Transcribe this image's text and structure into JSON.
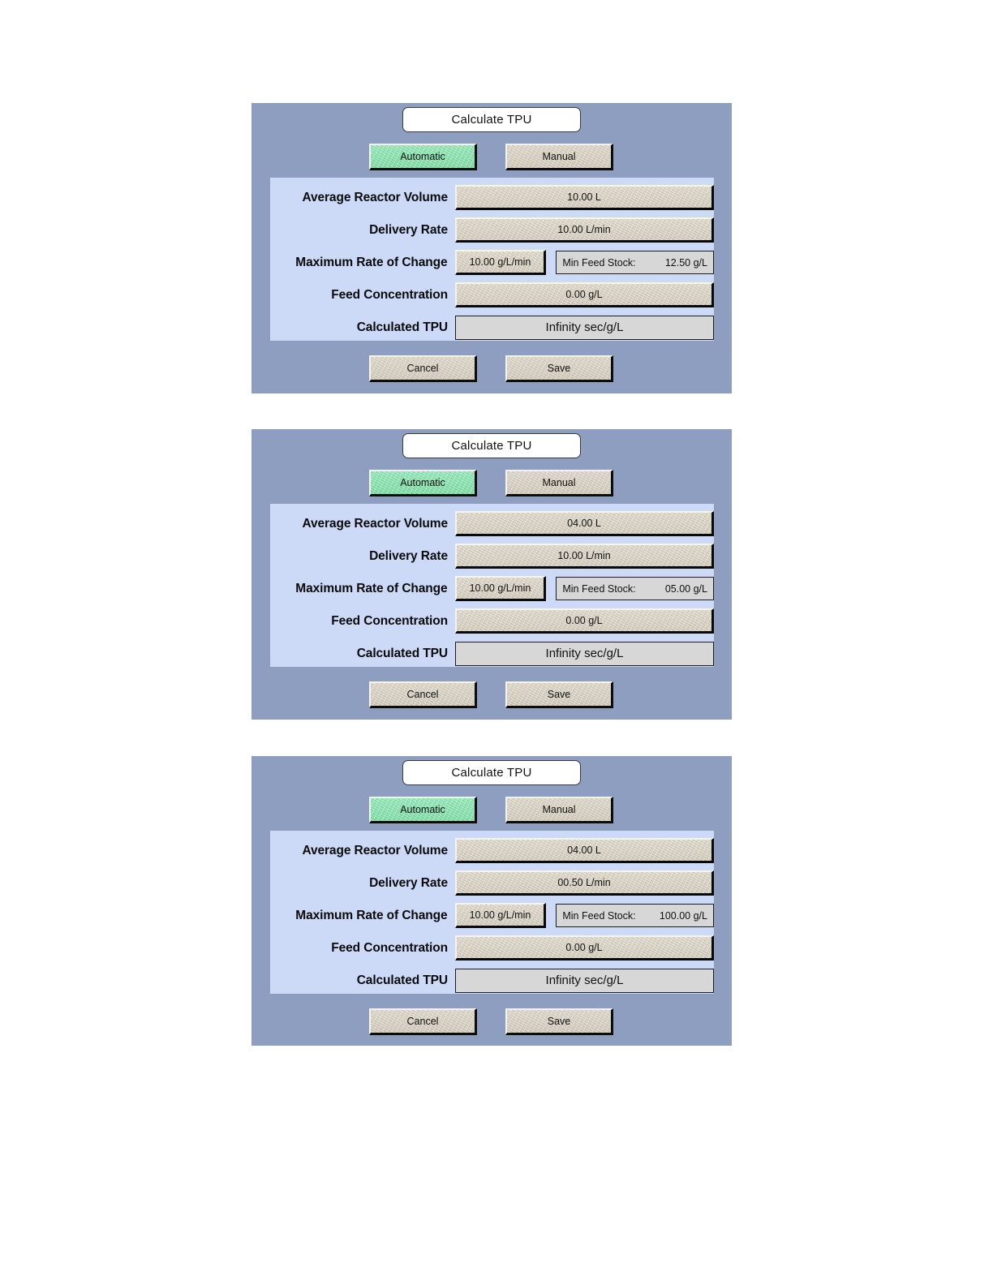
{
  "colors": {
    "dialog_bg": "#8e9ec1",
    "panel_bg": "#ccd9f7",
    "button_face": "#d4ccbb",
    "active_green": "#7fe0a8",
    "readonly_gray": "#d7d7d7",
    "page_bg": "#ffffff"
  },
  "labels": {
    "average_reactor_volume": "Average Reactor Volume",
    "delivery_rate": "Delivery Rate",
    "maximum_rate_of_change": "Maximum Rate of Change",
    "feed_concentration": "Feed Concentration",
    "calculated_tpu": "Calculated TPU",
    "min_feed_stock": "Min Feed Stock:"
  },
  "common": {
    "title": "Calculate TPU",
    "mode_automatic": "Automatic",
    "mode_manual": "Manual",
    "cancel": "Cancel",
    "save": "Save"
  },
  "dialogs": [
    {
      "id": "dialog-1",
      "title": "Calculate TPU",
      "mode_automatic_label": "Automatic",
      "mode_manual_label": "Manual",
      "active_mode": "Automatic",
      "fields": {
        "average_reactor_volume": "10.00 L",
        "delivery_rate": "10.00 L/min",
        "maximum_rate_of_change": "10.00 g/L/min",
        "min_feed_stock_label": "Min Feed Stock:",
        "min_feed_stock_value": "12.50 g/L",
        "feed_concentration": "0.00 g/L",
        "calculated_tpu": "Infinity sec/g/L"
      },
      "cancel_label": "Cancel",
      "save_label": "Save"
    },
    {
      "id": "dialog-2",
      "title": "Calculate TPU",
      "mode_automatic_label": "Automatic",
      "mode_manual_label": "Manual",
      "active_mode": "Automatic",
      "fields": {
        "average_reactor_volume": "04.00 L",
        "delivery_rate": "10.00 L/min",
        "maximum_rate_of_change": "10.00 g/L/min",
        "min_feed_stock_label": "Min Feed Stock:",
        "min_feed_stock_value": "05.00 g/L",
        "feed_concentration": "0.00 g/L",
        "calculated_tpu": "Infinity sec/g/L"
      },
      "cancel_label": "Cancel",
      "save_label": "Save"
    },
    {
      "id": "dialog-3",
      "title": "Calculate TPU",
      "mode_automatic_label": "Automatic",
      "mode_manual_label": "Manual",
      "active_mode": "Automatic",
      "fields": {
        "average_reactor_volume": "04.00 L",
        "delivery_rate": "00.50 L/min",
        "maximum_rate_of_change": "10.00 g/L/min",
        "min_feed_stock_label": "Min Feed Stock:",
        "min_feed_stock_value": "100.00 g/L",
        "feed_concentration": "0.00 g/L",
        "calculated_tpu": "Infinity sec/g/L"
      },
      "cancel_label": "Cancel",
      "save_label": "Save"
    }
  ]
}
